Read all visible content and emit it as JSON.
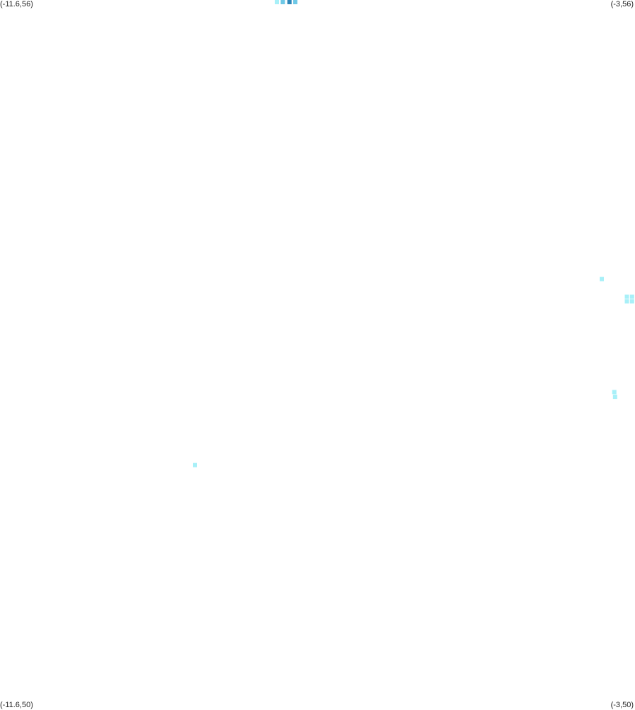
{
  "corners": {
    "top_left": "(-11.6,56)",
    "top_right": "(-3,56)",
    "bottom_left": "(-11.6,50)",
    "bottom_right": "(-3,50)"
  },
  "extent": {
    "lon_min": -11.6,
    "lon_max": -3,
    "lat_min": 50,
    "lat_max": 56
  },
  "colors": {
    "background": "#ffffff",
    "light": "#a8f0f8",
    "medium": "#6ec8e6",
    "dark": "#2e86b8"
  },
  "cells": [
    {
      "lon": -7.85,
      "lat": 55.99,
      "level": "light"
    },
    {
      "lon": -7.77,
      "lat": 55.99,
      "level": "medium"
    },
    {
      "lon": -7.68,
      "lat": 55.99,
      "level": "dark"
    },
    {
      "lon": -7.6,
      "lat": 55.99,
      "level": "medium"
    },
    {
      "lon": -3.45,
      "lat": 53.63,
      "level": "light"
    },
    {
      "lon": -3.11,
      "lat": 53.48,
      "level": "light"
    },
    {
      "lon": -3.04,
      "lat": 53.48,
      "level": "light"
    },
    {
      "lon": -3.11,
      "lat": 53.44,
      "level": "light"
    },
    {
      "lon": -3.04,
      "lat": 53.44,
      "level": "light"
    },
    {
      "lon": -3.28,
      "lat": 52.67,
      "level": "light"
    },
    {
      "lon": -3.27,
      "lat": 52.63,
      "level": "light"
    },
    {
      "lon": -8.96,
      "lat": 52.05,
      "level": "light"
    }
  ]
}
